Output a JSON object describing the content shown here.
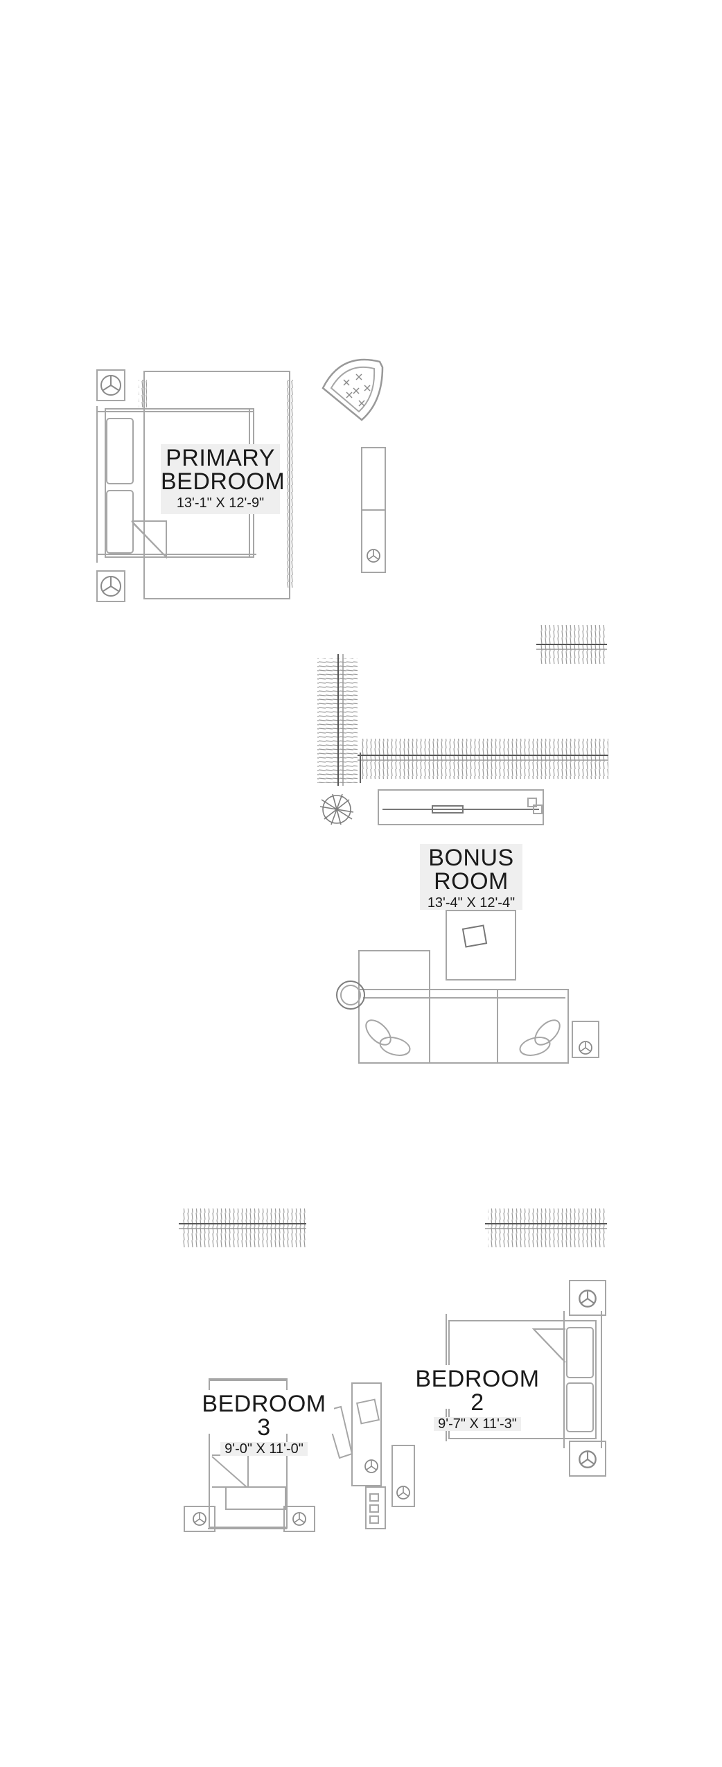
{
  "colors": {
    "line": "#a6a6a6",
    "line_dark": "#7d7d7d",
    "label_bg": "#efefef",
    "text": "#1a1a1a"
  },
  "rooms": {
    "primary_bedroom": {
      "name_line1": "PRIMARY",
      "name_line2": "BEDROOM",
      "dimensions": "13'-1\" X 12'-9\""
    },
    "bonus_room": {
      "name_line1": "BONUS",
      "name_line2": "ROOM",
      "dimensions": "13'-4\" X 12'-4\""
    },
    "bedroom_2": {
      "name": "BEDROOM 2",
      "dimensions": "9'-7\" X 11'-3\""
    },
    "bedroom_3": {
      "name": "BEDROOM 3",
      "dimensions": "9'-0\" X 11'-0\""
    }
  },
  "furniture": [
    "primary-bed-icon",
    "primary-nightstand-icon",
    "primary-nightstand-icon",
    "armchair-icon",
    "dresser-icon",
    "tv-console-icon",
    "plant-icon",
    "sectional-sofa-icon",
    "ottoman-icon",
    "side-table-icon",
    "bedroom2-bed-icon",
    "bedroom3-bed-icon",
    "desk-icon",
    "desk-chair-icon",
    "closet-rod-icon"
  ]
}
